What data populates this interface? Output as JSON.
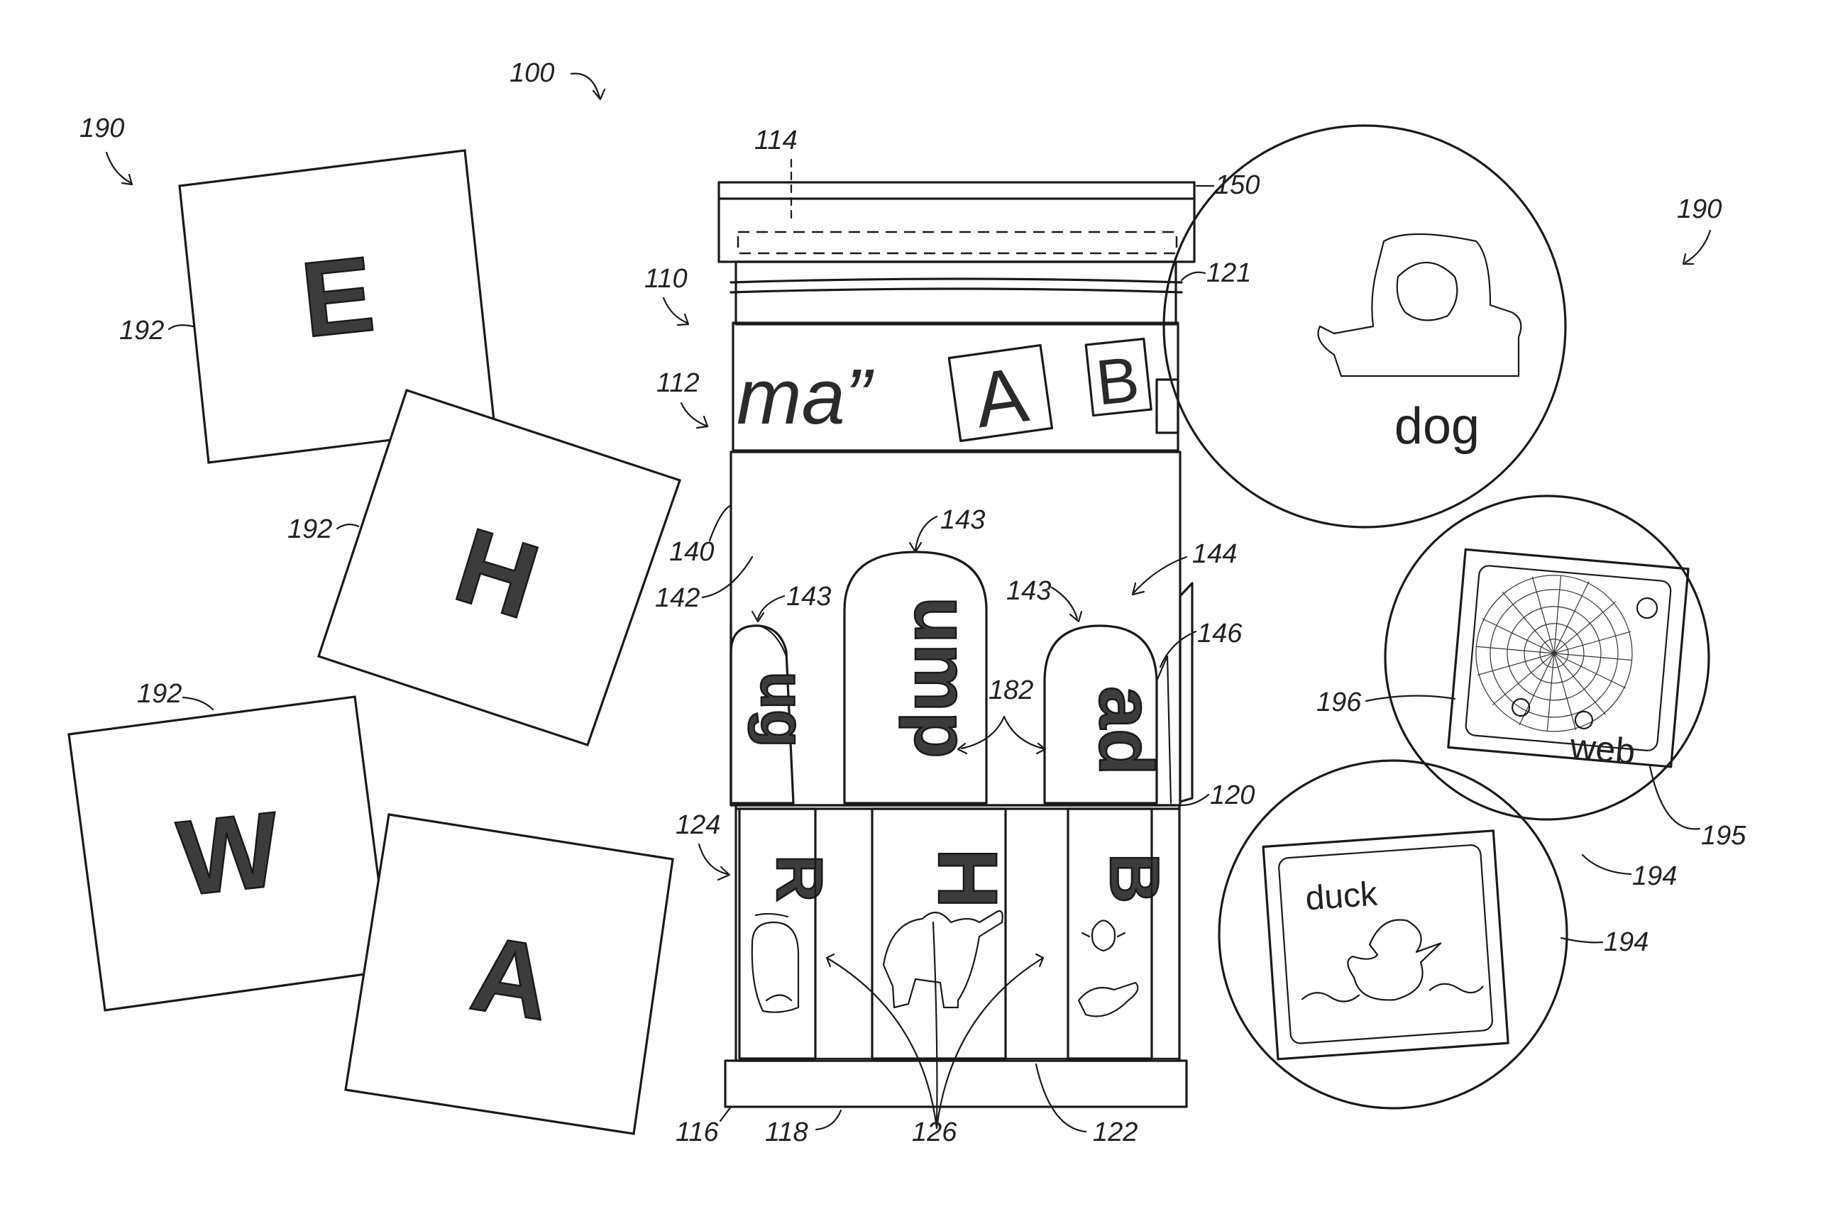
{
  "refs": {
    "device": "100",
    "cards_left": "190",
    "cards_right": "190",
    "card_e": "192",
    "card_h": "192",
    "card_w": "192",
    "jar": "110",
    "upper_sleeve": "112",
    "dashed_lid": "114",
    "lid": "150",
    "ring": "121",
    "lower_sleeve": "140",
    "tab_left_outer": "142",
    "tab_small_left": "143",
    "tab_center": "143",
    "tab_right": "143",
    "tab_group": "144",
    "flap": "146",
    "arrows_182": "182",
    "base_band": "120",
    "rail": "124",
    "windows": "126",
    "base": "116",
    "base_foot": "118",
    "window_right": "122",
    "disk_web_label": "196",
    "web_tag": "195",
    "disk_web": "194",
    "disk_duck": "194"
  },
  "cards": [
    {
      "letter": "E"
    },
    {
      "letter": "H"
    },
    {
      "letter": "W"
    },
    {
      "letter": "A"
    }
  ],
  "sleeve_text": {
    "script": "ma”",
    "tile_a": "A",
    "tile_b": "B"
  },
  "tabs": {
    "left": "ug",
    "center": "ump",
    "right": "ad"
  },
  "windows": {
    "left": "R",
    "center": "H",
    "right": "B"
  },
  "disks": {
    "dog": "dog",
    "web": "web",
    "duck": "duck"
  }
}
